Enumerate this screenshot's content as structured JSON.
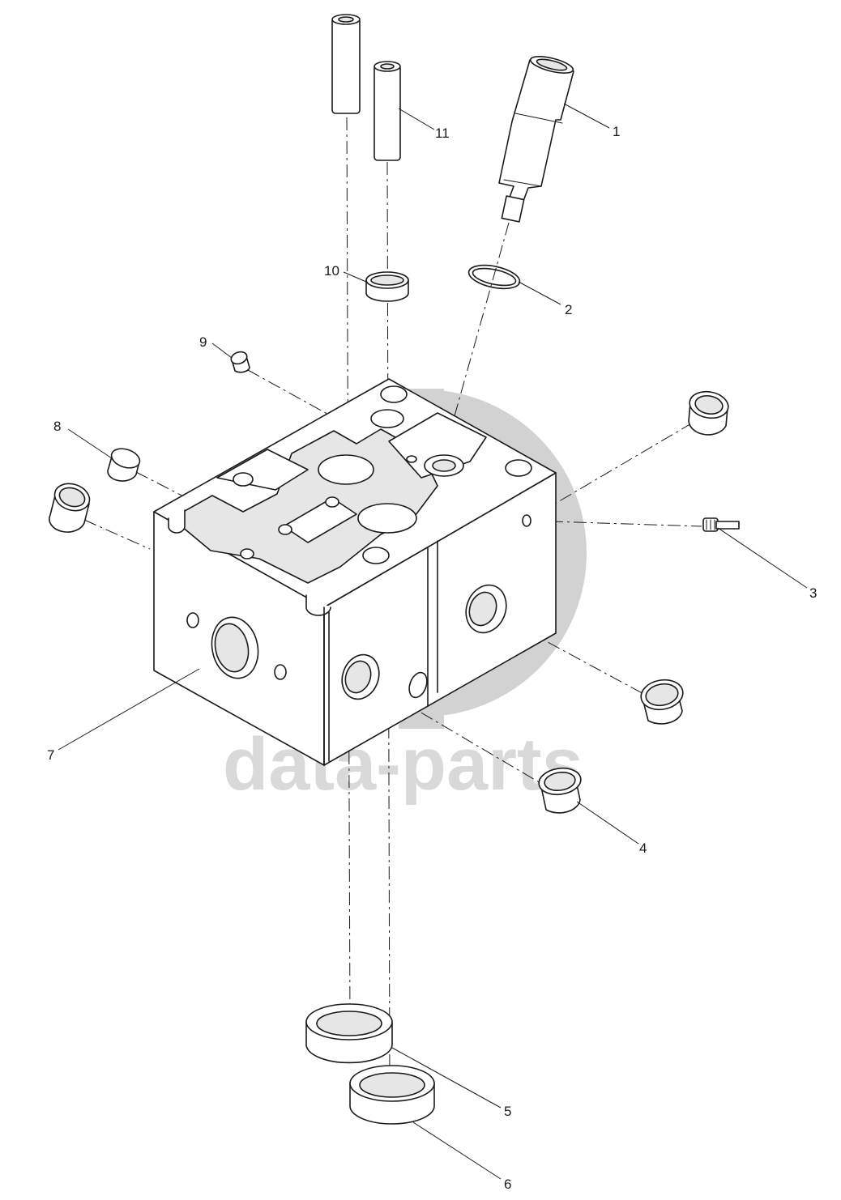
{
  "watermark": {
    "text": "data-parts",
    "color": "#d6d6d6"
  },
  "callouts": [
    {
      "id": "1",
      "label": "1"
    },
    {
      "id": "2",
      "label": "2"
    },
    {
      "id": "3",
      "label": "3"
    },
    {
      "id": "4",
      "label": "4"
    },
    {
      "id": "5",
      "label": "5"
    },
    {
      "id": "6",
      "label": "6"
    },
    {
      "id": "7",
      "label": "7"
    },
    {
      "id": "8",
      "label": "8"
    },
    {
      "id": "9",
      "label": "9"
    },
    {
      "id": "10",
      "label": "10"
    },
    {
      "id": "11",
      "label": "11"
    }
  ],
  "line_color": "#1a1a1a"
}
